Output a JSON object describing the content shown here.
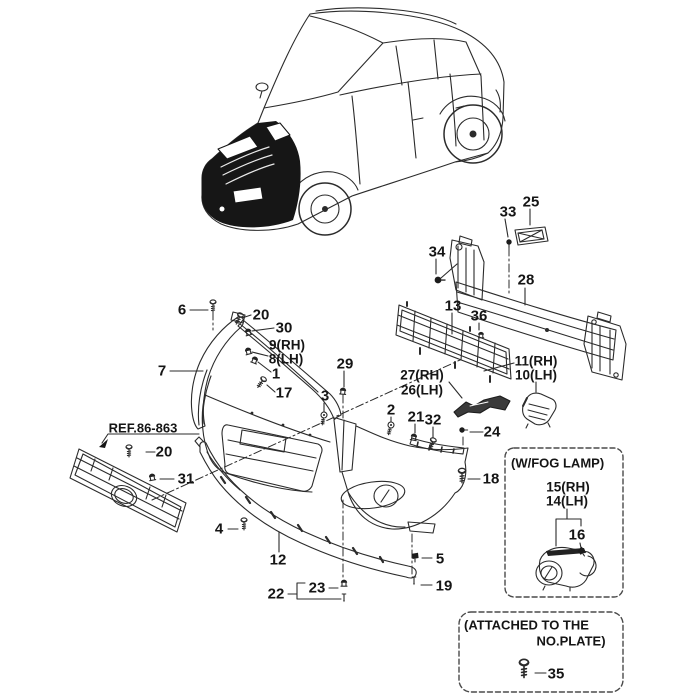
{
  "colors": {
    "line": "#2b2b2b",
    "dark_fill": "#161616",
    "background": "#ffffff",
    "box_border": "#4a4a4a"
  },
  "diagram": {
    "callouts": {
      "n6": "6",
      "n7": "7",
      "n20a": "20",
      "n30": "30",
      "n9": "9(RH)",
      "n8": "8(LH)",
      "n1": "1",
      "n17": "17",
      "n29": "29",
      "n3": "3",
      "n2": "2",
      "n21": "21",
      "n32": "32",
      "n27": "27(RH)",
      "n26": "26(LH)",
      "n24": "24",
      "n18": "18",
      "n5": "5",
      "n19": "19",
      "n4": "4",
      "n12": "12",
      "n22": "22",
      "n23": "23",
      "ref_grille": "REF.86-863",
      "n20b": "20",
      "n31": "31",
      "n33": "33",
      "n25": "25",
      "n34": "34",
      "n28": "28",
      "n13": "13",
      "n36": "36",
      "n11": "11(RH)",
      "n10": "10(LH)"
    },
    "fog_lamp_box": {
      "title": "(W/FOG LAMP)",
      "n15": "15(RH)",
      "n14": "14(LH)",
      "n16": "16"
    },
    "no_plate_box": {
      "title_line1": "(ATTACHED TO THE",
      "title_line2": "NO.PLATE)",
      "n35": "35"
    }
  }
}
